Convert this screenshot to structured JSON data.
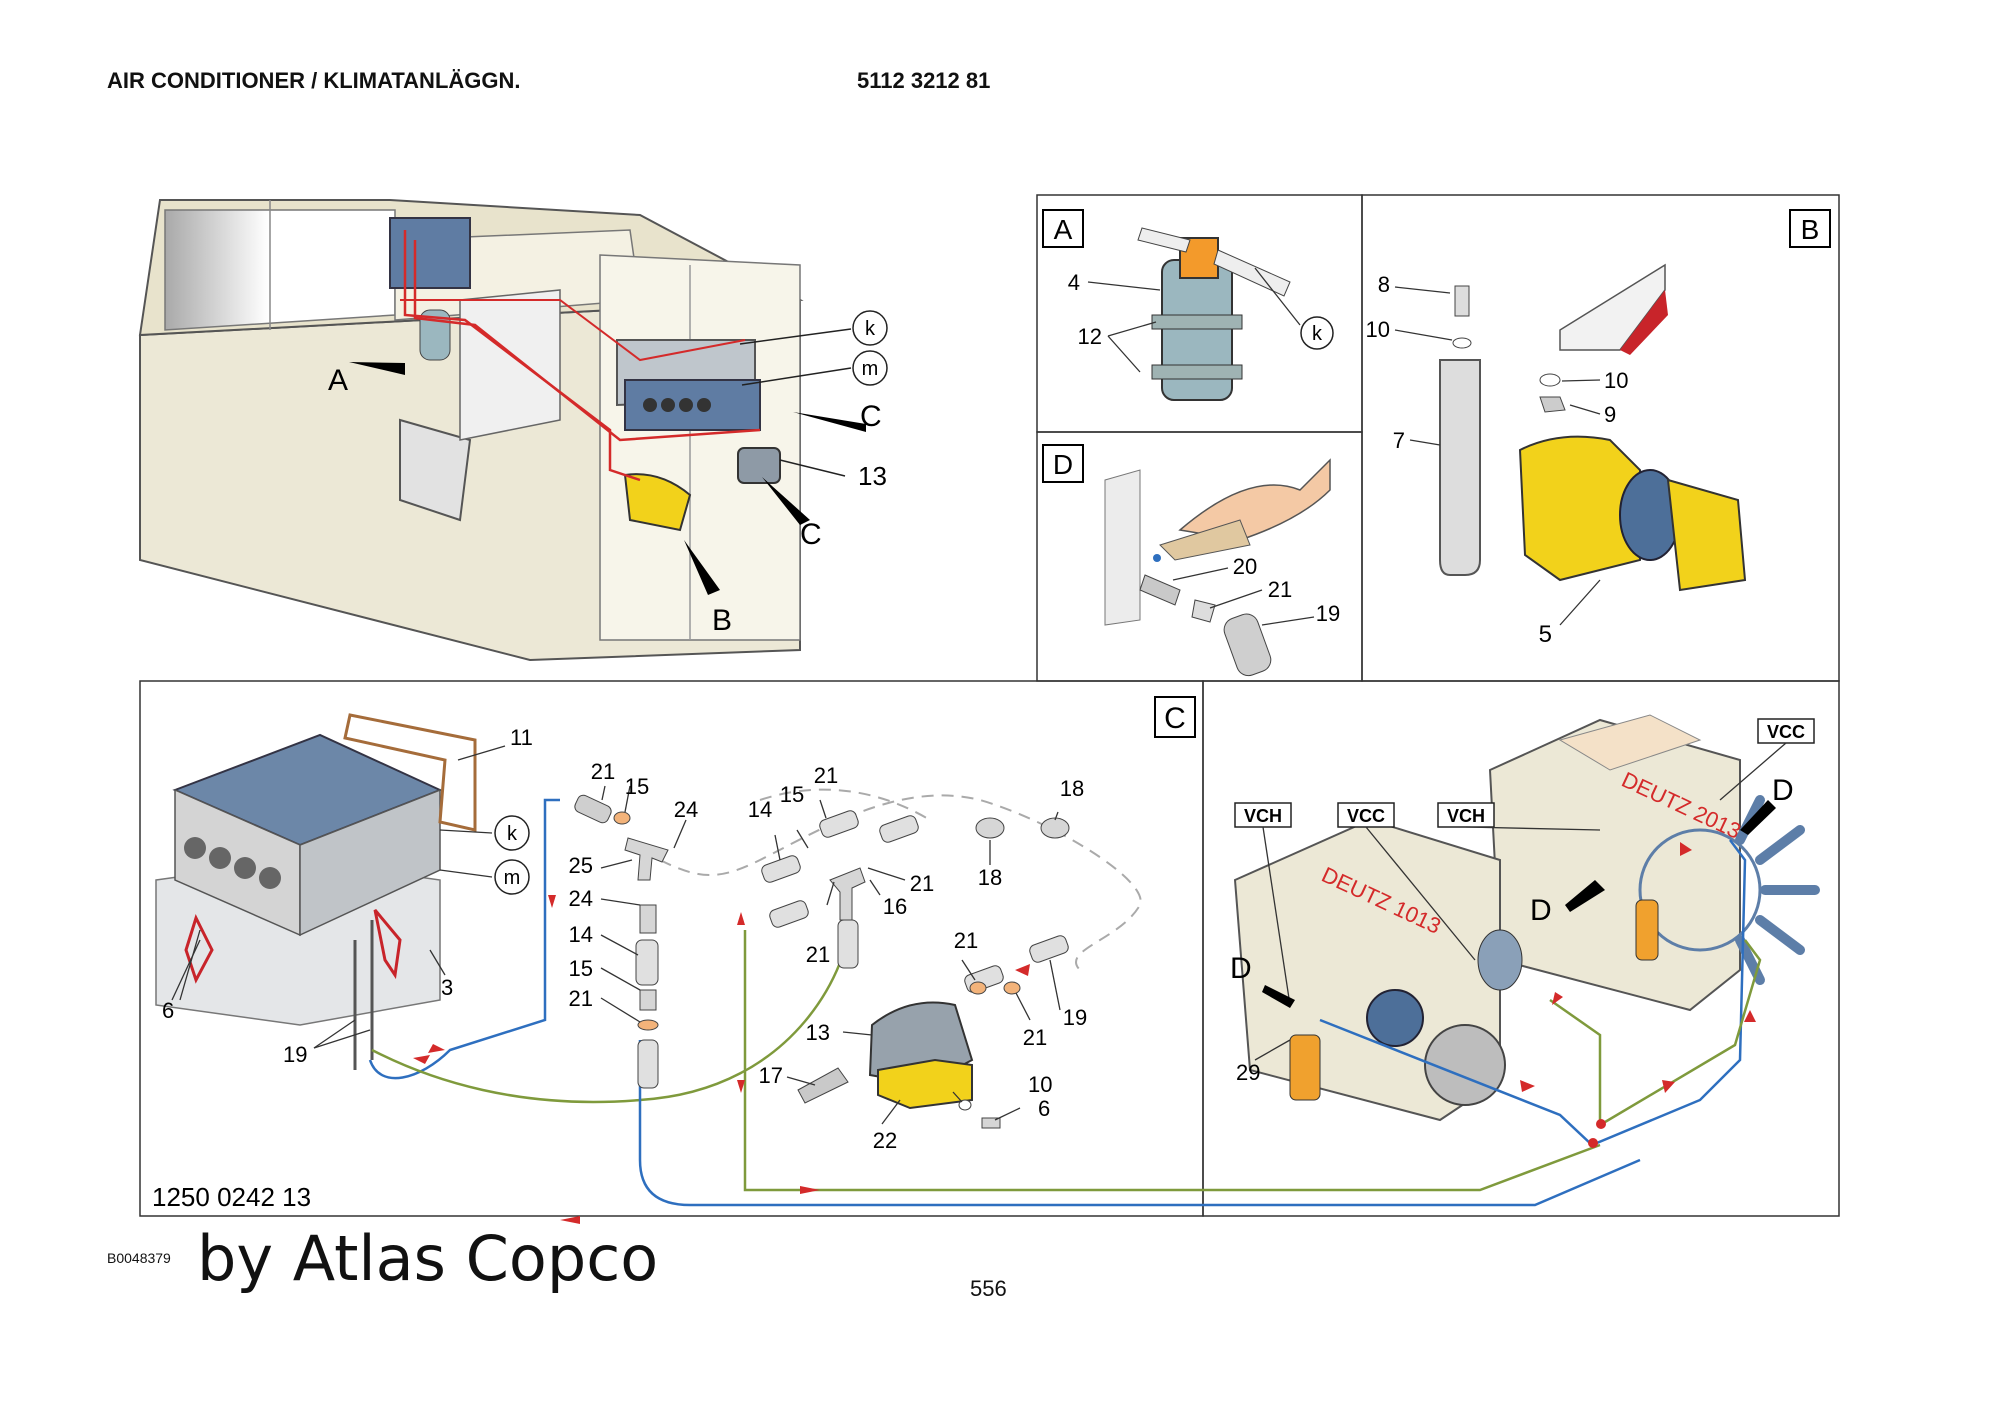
{
  "header": {
    "title": "AIR CONDITIONER / KLIMATANLÄGGN.",
    "part_no": "5112 3212 81"
  },
  "overview": {
    "callouts": {
      "A": "A",
      "B": "B",
      "C1": "C",
      "C2": "C",
      "k": "k",
      "m": "m",
      "n13": "13"
    }
  },
  "panel_a": {
    "tag": "A",
    "labels": {
      "n4": "4",
      "n12": "12",
      "k": "k"
    }
  },
  "panel_b": {
    "tag": "B",
    "labels": {
      "n8": "8",
      "n10a": "10",
      "n10b": "10",
      "n9": "9",
      "n7": "7",
      "n5": "5"
    }
  },
  "panel_d": {
    "tag": "D",
    "labels": {
      "n20": "20",
      "n21": "21",
      "n19": "19"
    }
  },
  "panel_c": {
    "tag": "C",
    "drawing_no": "1250 0242 13",
    "labels": {
      "n11": "11",
      "k": "k",
      "m": "m",
      "n6a": "6",
      "n3": "3",
      "n19a": "19",
      "n21a": "21",
      "n15a": "15",
      "n24a": "24",
      "n25": "25",
      "n24b": "24",
      "n14a": "14",
      "n15b": "15",
      "n21b": "21",
      "n14b": "14",
      "n15c": "15",
      "n21c": "21",
      "n16": "16",
      "n21d": "21",
      "n21e": "21",
      "n18a": "18",
      "n18b": "18",
      "n21f": "21",
      "n21g": "21",
      "n19b": "19",
      "n13": "13",
      "n17": "17",
      "n10": "10",
      "n6b": "6",
      "n22": "22"
    }
  },
  "panel_engines": {
    "tags": {
      "vch1": "VCH",
      "vcc1": "VCC",
      "vch2": "VCH",
      "vcc2": "VCC"
    },
    "engine_small": "DEUTZ 1013",
    "engine_large": "DEUTZ 2013",
    "labels": {
      "D1": "D",
      "D2": "D",
      "D3": "D",
      "n29": "29"
    }
  },
  "footer": {
    "code": "B0048379",
    "brand": "by Atlas Copco",
    "page": "556"
  },
  "colors": {
    "hose_red": "#d42a2a",
    "hose_blue": "#2e6fbf",
    "hose_green": "#7f9a3c",
    "yellow": "#f2d21b",
    "cab": "#ece8d6",
    "unit_blue": "#6c87a8"
  }
}
